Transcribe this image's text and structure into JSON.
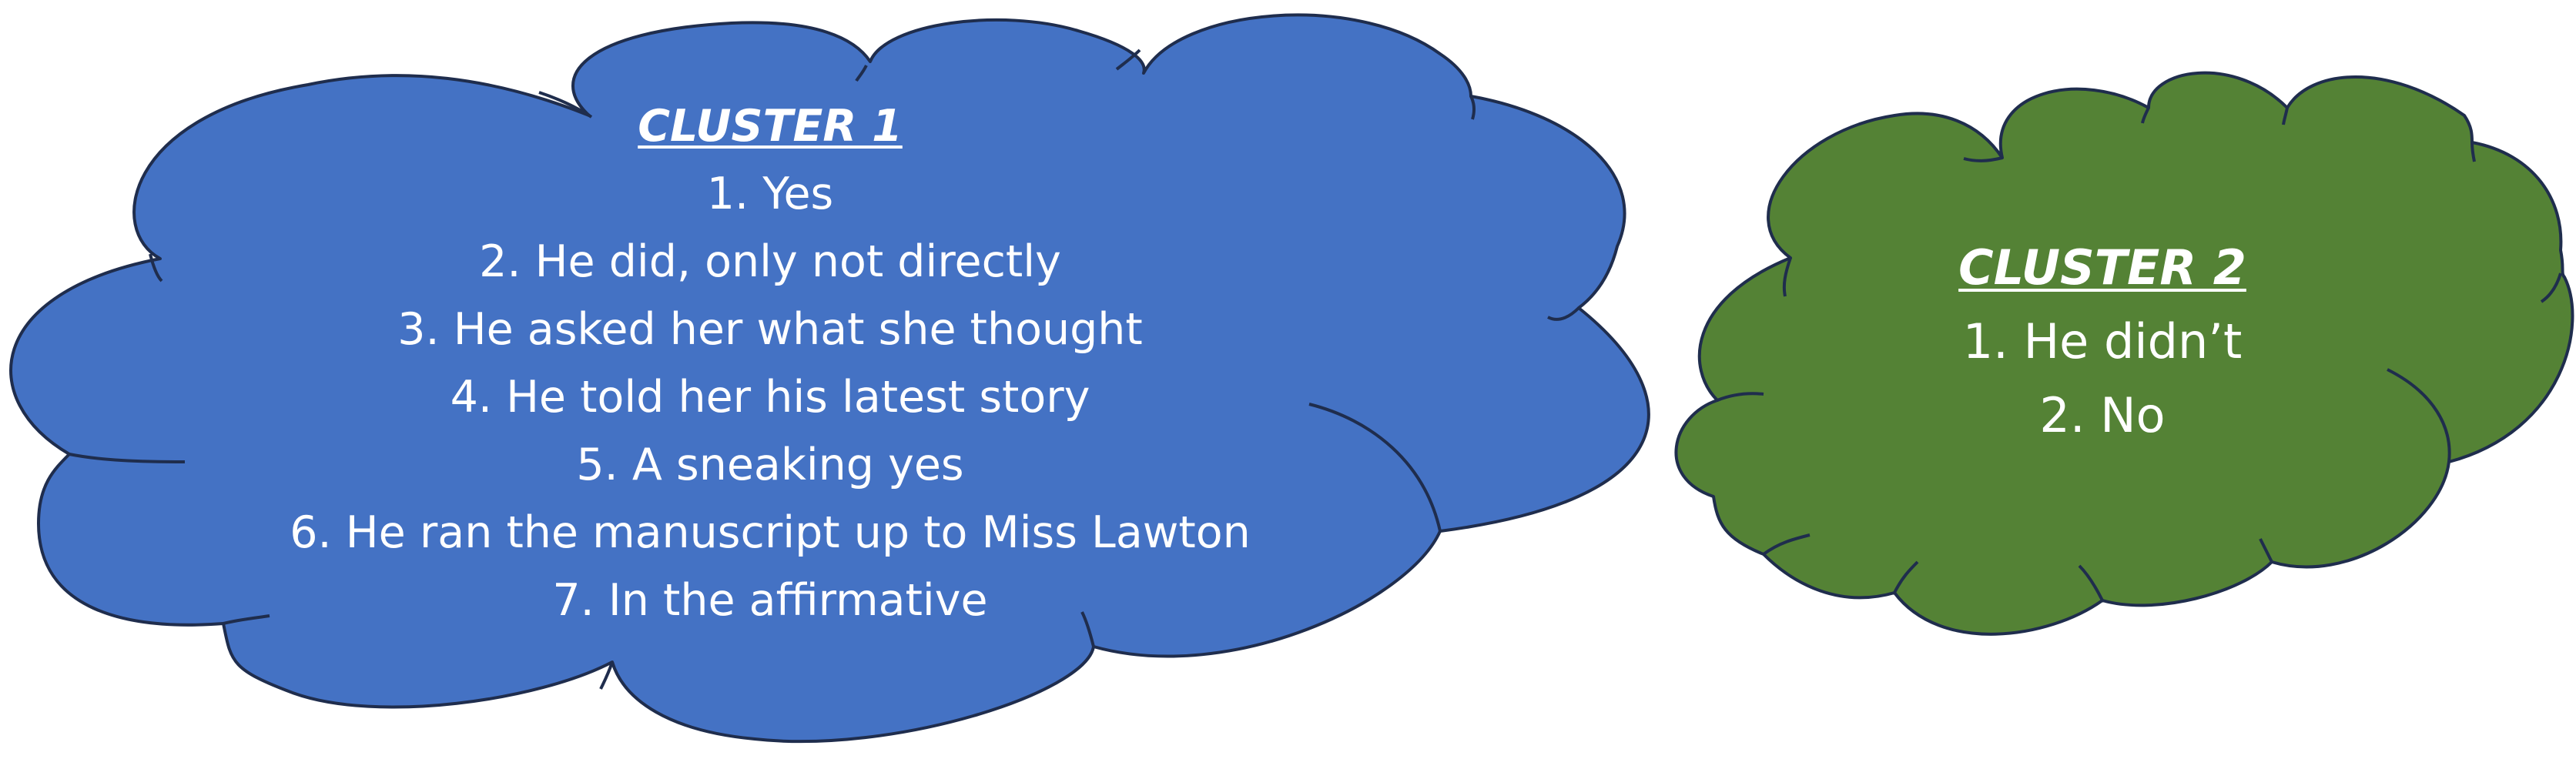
{
  "colors": {
    "cluster1_fill": "#4472C4",
    "cluster2_fill": "#548235",
    "outline": "#1F2D4D",
    "text": "#FFFFFF"
  },
  "clusters": [
    {
      "title": "CLUSTER 1",
      "items": [
        "1. Yes",
        "2. He did, only not directly",
        "3. He asked her what she thought",
        "4. He told her his latest story",
        "5. A sneaking yes",
        "6. He ran the manuscript up to Miss Lawton",
        "7. In the affirmative"
      ]
    },
    {
      "title": "CLUSTER 2",
      "items": [
        "1. He didn’t",
        "2. No"
      ]
    }
  ]
}
